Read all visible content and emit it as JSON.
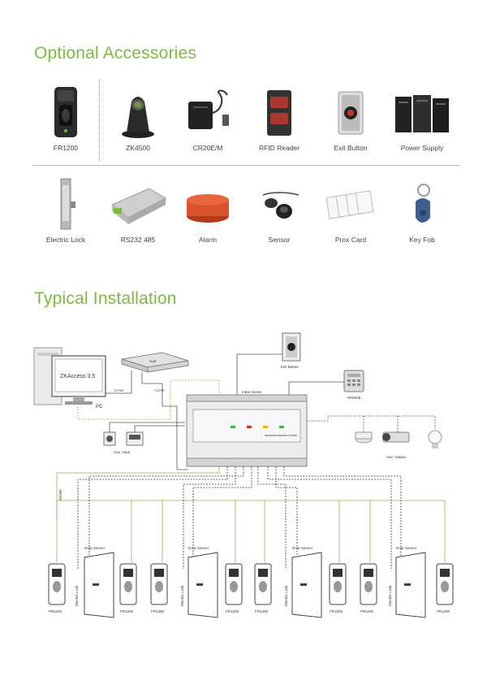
{
  "sections": {
    "accessories_title": "Optional Accessories",
    "installation_title": "Typical Installation"
  },
  "accessories_row1": [
    {
      "label": "FR1200",
      "icon": "fingerprint-reader-icon"
    },
    {
      "label": "ZK4500",
      "icon": "usb-fingerprint-scanner-icon"
    },
    {
      "label": "CR20E/M",
      "icon": "card-reader-icon"
    },
    {
      "label": "RFID Reader",
      "icon": "rfid-reader-icon"
    },
    {
      "label": "Exit Button",
      "icon": "exit-button-icon"
    },
    {
      "label": "Power Supply",
      "icon": "power-supply-icon"
    }
  ],
  "accessories_row2": [
    {
      "label": "Electric Lock",
      "icon": "electric-lock-icon"
    },
    {
      "label": "RS232 485",
      "icon": "converter-icon"
    },
    {
      "label": "Alarm",
      "icon": "alarm-icon"
    },
    {
      "label": "Sensor",
      "icon": "sensor-icon"
    },
    {
      "label": "Prox Card",
      "icon": "prox-card-icon"
    },
    {
      "label": "Key Fob",
      "icon": "key-fob-icon"
    }
  ],
  "diagram": {
    "pc_software": "ZKAccess 3.5",
    "pc_label": "PC",
    "tcpip_1": "TCP/IP",
    "tcpip_2": "TCP/IP",
    "switch_label": "HUB",
    "exit_button": "Exit Button",
    "controller_series": "InBio Series",
    "keypad_label": "KR602E",
    "controller_text": "Advanced Access Control",
    "aux_input": "Aux. Input",
    "aux_output": "Aux. Output",
    "rs485": "RS485",
    "door_sensor": "Door Sensor",
    "electric_lock": "Electric Lock",
    "reader_label": "FR1200"
  },
  "colors": {
    "accent_green": "#7dbb3d",
    "wire_grey": "#555555"
  }
}
